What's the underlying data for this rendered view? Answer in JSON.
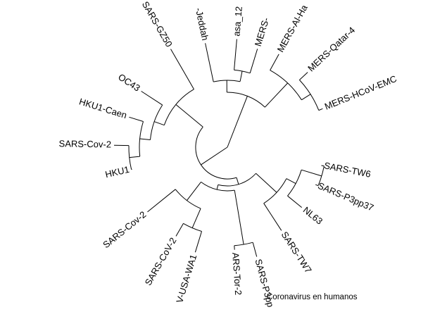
{
  "caption": "Coronavirus en humanos",
  "tips": [
    {
      "id": "t1",
      "label": "-Jeddah"
    },
    {
      "id": "t2",
      "label": "asa_12"
    },
    {
      "id": "t3",
      "label": "MERS-"
    },
    {
      "id": "t4",
      "label": "MERS-Al-Ha"
    },
    {
      "id": "t5",
      "label": "MERS-Qatar-4"
    },
    {
      "id": "t6",
      "label": "MERS-HCoV-EMC"
    },
    {
      "id": "t7",
      "label": "SARS-TW6"
    },
    {
      "id": "t8",
      "label": "SARS-P3pp37"
    },
    {
      "id": "t9",
      "label": "NL63"
    },
    {
      "id": "t10",
      "label": "SARS-TW7"
    },
    {
      "id": "t11",
      "label": "SARS-P3pp"
    },
    {
      "id": "t12",
      "label": "ARS-Tor-2"
    },
    {
      "id": "t13",
      "label": "V-USA-WA1"
    },
    {
      "id": "t14",
      "label": "SARS-CoV-2"
    },
    {
      "id": "t15",
      "label": "SARS-Cov-2"
    },
    {
      "id": "t16",
      "label": "HKU1"
    },
    {
      "id": "t17",
      "label": "SARS-Cov-2"
    },
    {
      "id": "t18",
      "label": "HKU1-Caen"
    },
    {
      "id": "t19",
      "label": "OC43"
    },
    {
      "id": "t20",
      "label": "SARS-GZ50"
    }
  ]
}
